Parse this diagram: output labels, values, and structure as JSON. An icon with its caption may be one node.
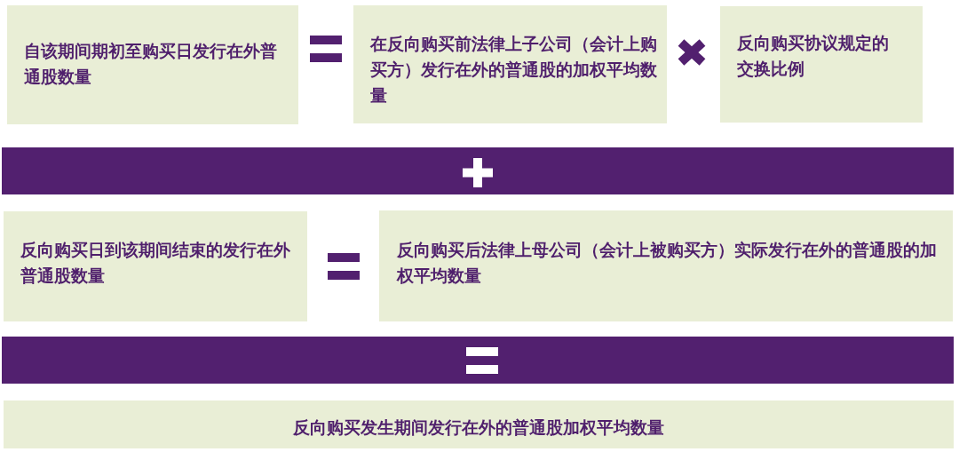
{
  "diagram": {
    "nodes": [
      {
        "text": [
          "自该期间期初至购买日发行在外普通股数量"
        ]
      },
      {
        "text": [
          "在反向购买前法律上子公司（会计上购买方）发行在外的普通股的加权平均数量"
        ]
      },
      {
        "text": [
          "反向购买协议规定的交换比例"
        ]
      },
      {
        "text": [
          "反向购买日到该期间结束的发行在外普通股数量"
        ]
      },
      {
        "text": [
          "反向购买后法律上母公司（会计上被购买方）实际发行在外的普通股的加权平均数量"
        ]
      },
      {
        "text": [
          "反向购买发生期间发行在外的普通股加权平均数量"
        ]
      }
    ]
  }
}
